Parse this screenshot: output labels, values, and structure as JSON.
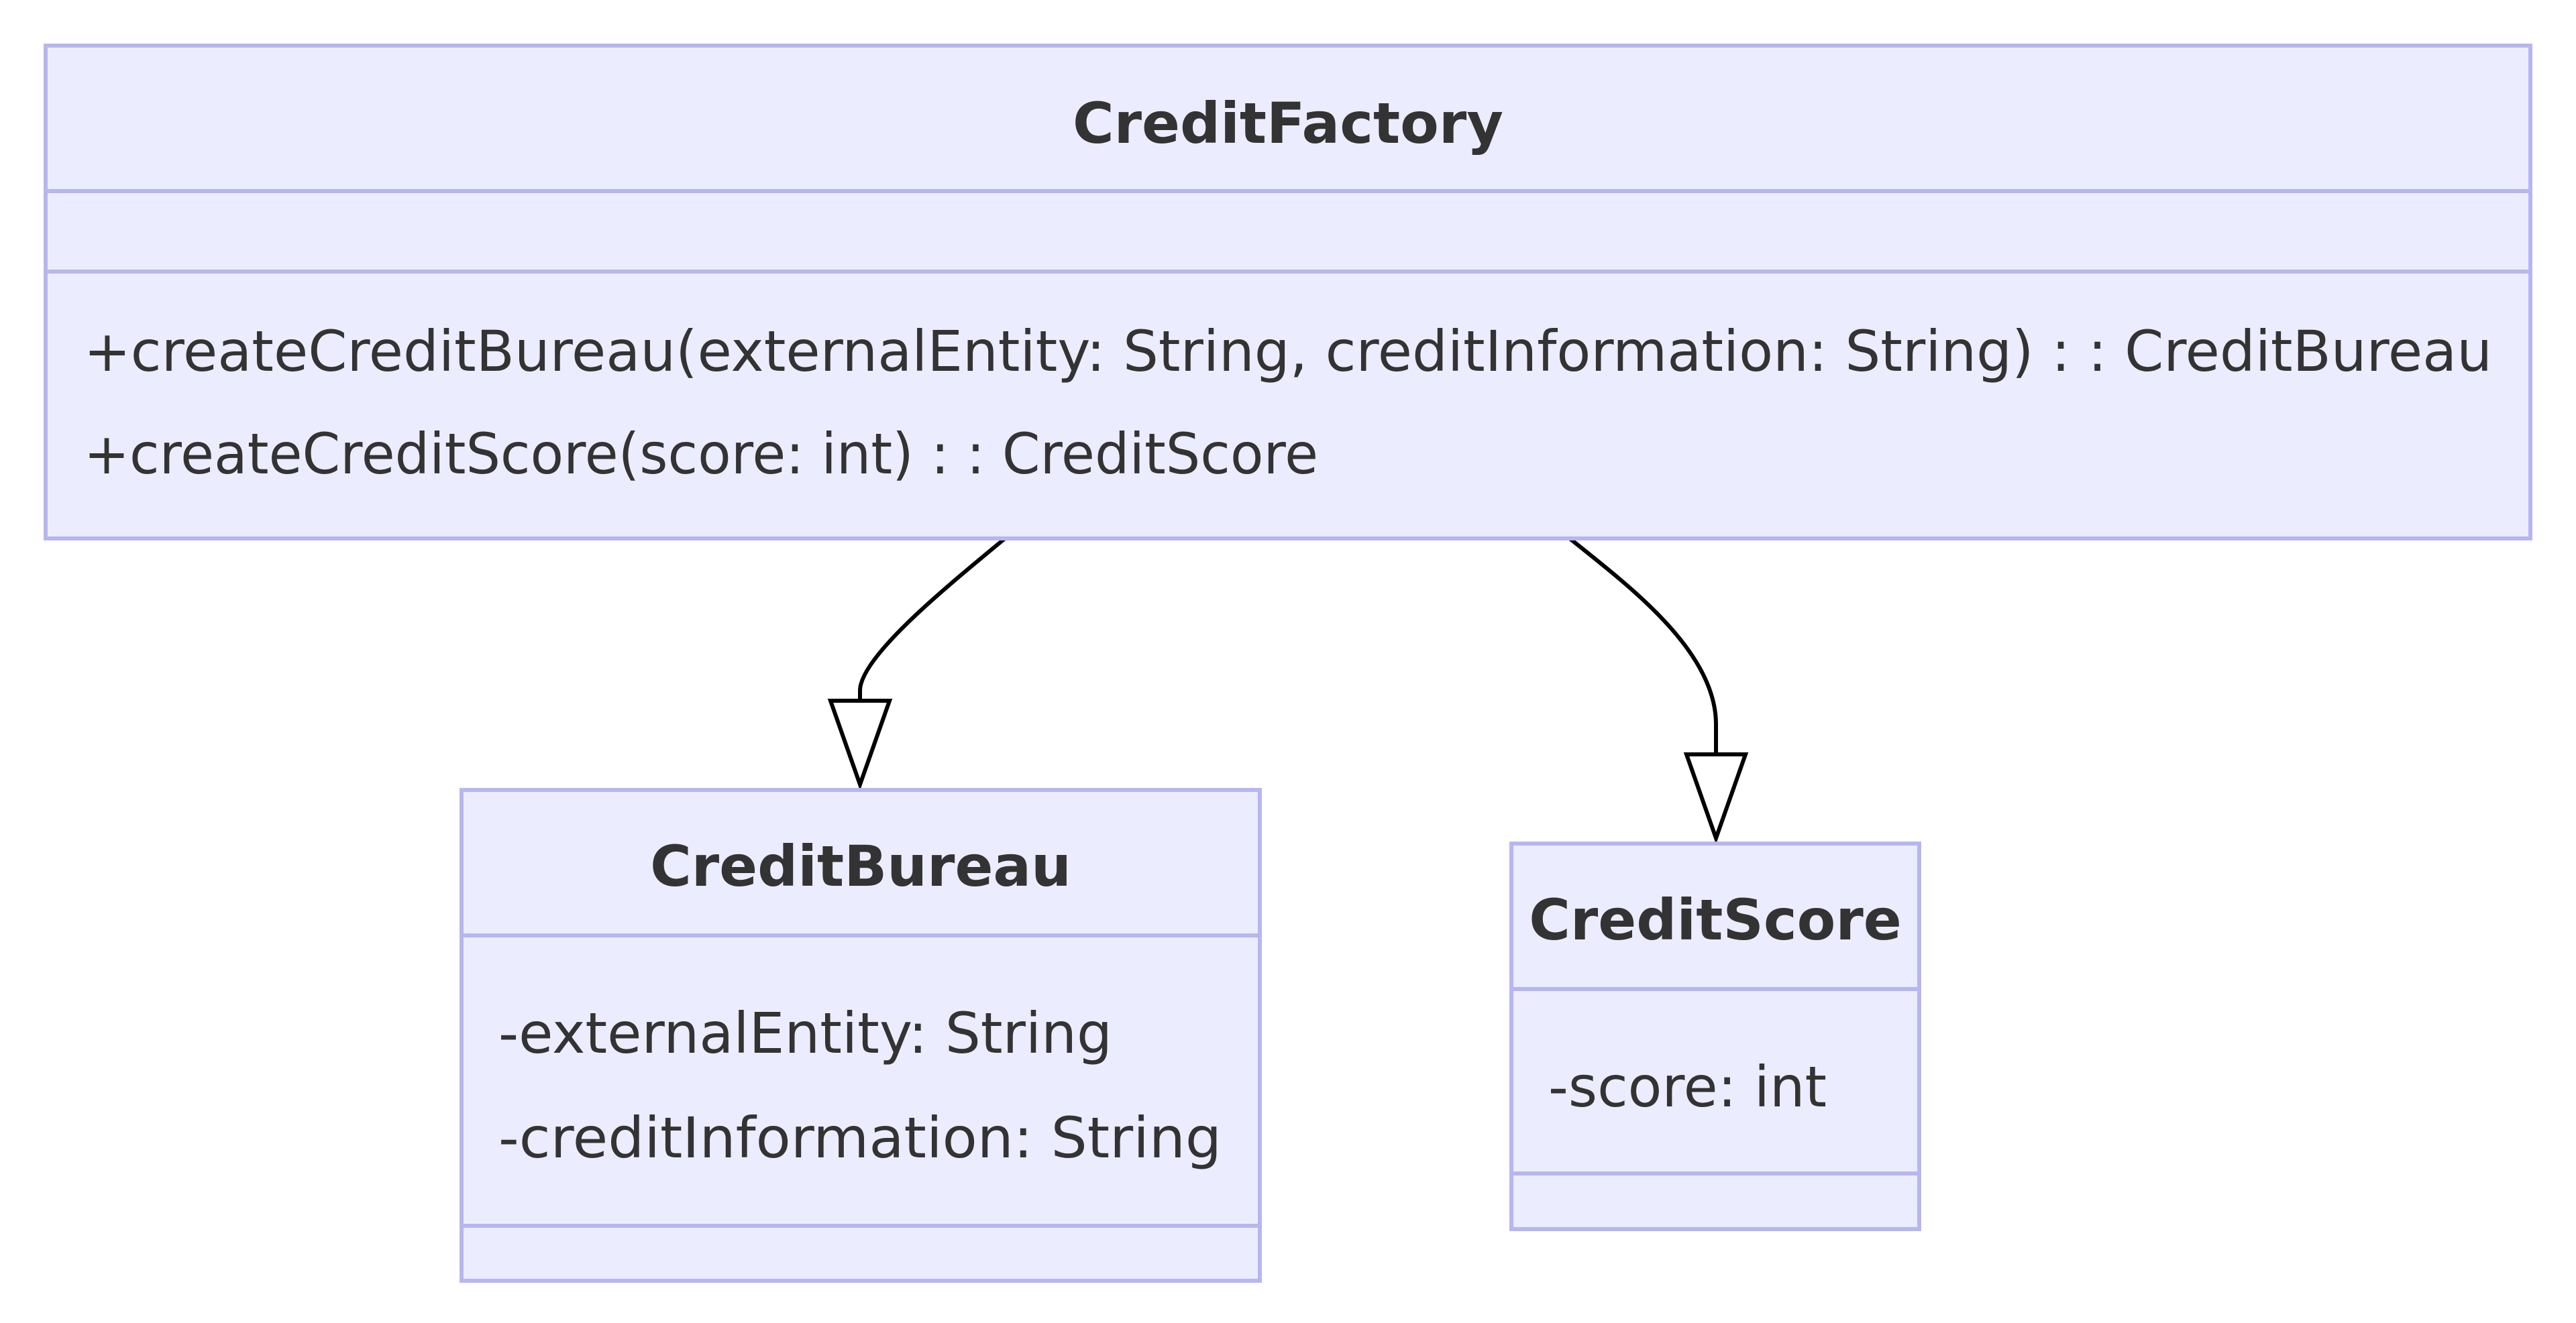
{
  "colors": {
    "class_fill": "#ECECFF",
    "class_border": "#b6b6f2",
    "text": "#333333",
    "edge": "#000000"
  },
  "classes": {
    "credit_factory": {
      "name": "CreditFactory",
      "attributes": [],
      "methods": [
        "+createCreditBureau(externalEntity: String, creditInformation: String) : : CreditBureau",
        "+createCreditScore(score: int) : : CreditScore"
      ]
    },
    "credit_bureau": {
      "name": "CreditBureau",
      "attributes": [
        "-externalEntity: String",
        "-creditInformation: String"
      ],
      "methods": []
    },
    "credit_score": {
      "name": "CreditScore",
      "attributes": [
        "-score: int"
      ],
      "methods": []
    }
  },
  "relations": [
    {
      "from": "CreditFactory",
      "to": "CreditBureau",
      "type": "inheritance"
    },
    {
      "from": "CreditFactory",
      "to": "CreditScore",
      "type": "inheritance"
    }
  ]
}
